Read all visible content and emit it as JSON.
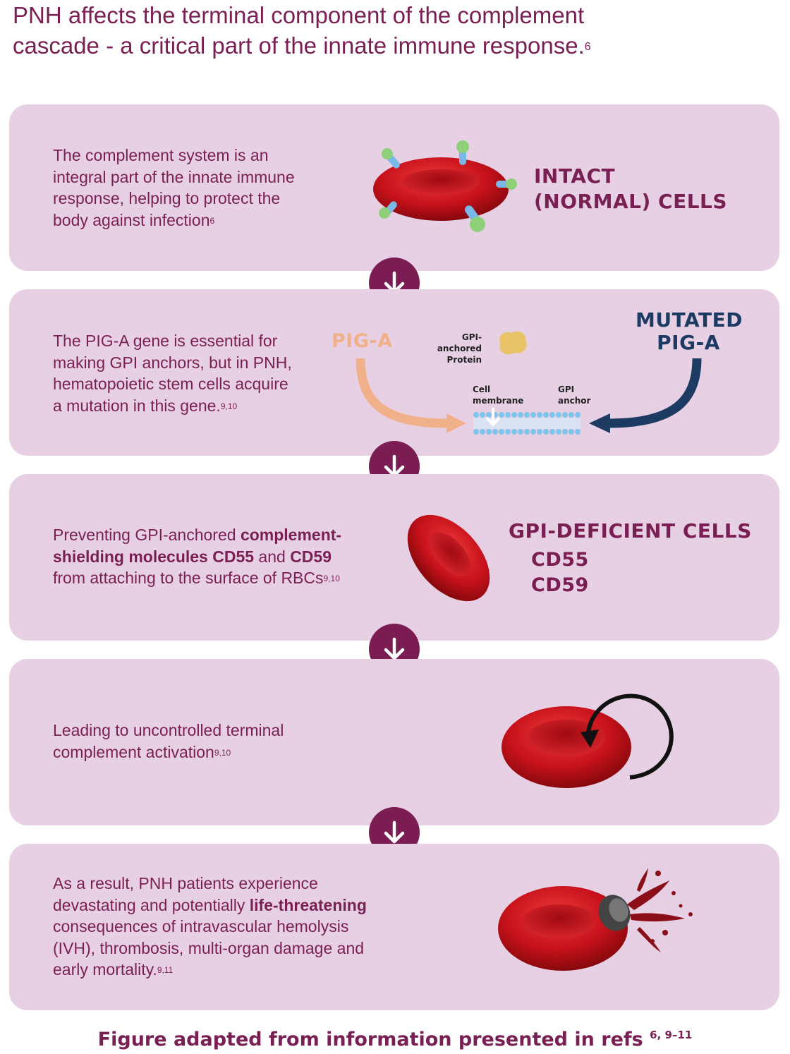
{
  "title": {
    "line1": "PNH affects the terminal component of the complement",
    "line2": "cascade - a critical part of the innate immune response.",
    "ref": "6"
  },
  "steps": [
    {
      "text_lines": [
        "The complement system is an",
        "integral part of the innate immune",
        "response, helping to protect the",
        "body against infection"
      ],
      "ref": "6",
      "label_line1": "INTACT",
      "label_line2": "(NORMAL) CELLS"
    },
    {
      "text_lines": [
        "The PIG-A gene is essential for",
        "making GPI anchors, but in PNH,",
        "hematopoietic stem cells acquire",
        "a mutation in this gene."
      ],
      "ref": "9,10",
      "pig_a": "PIG-A",
      "gpi_protein_line1": "GPI-anchored",
      "gpi_protein_line2": "Protein",
      "cell_membrane_line1": "Cell",
      "cell_membrane_line2": "membrane",
      "gpi_anchor_line1": "GPI",
      "gpi_anchor_line2": "anchor",
      "mutated_line1": "MUTATED",
      "mutated_line2": "PIG-A"
    },
    {
      "text_pre": "Preventing GPI-anchored ",
      "text_bold1": "complement-",
      "text_bold2": "shielding molecules CD55",
      "text_mid": " and ",
      "text_bold3": "CD59",
      "text_line3": "from attaching to the surface of RBCs",
      "ref": "9,10",
      "label": "GPI-DEFICIENT CELLS",
      "cd55": "CD55",
      "cd59": "CD59"
    },
    {
      "text_lines": [
        "Leading to uncontrolled terminal",
        "complement activation"
      ],
      "ref": "9,10"
    },
    {
      "line1": "As a result, PNH patients experience",
      "line2_pre": "devastating and potentially ",
      "line2_bold": "life-threatening",
      "line3": "consequences of intravascular hemolysis",
      "line4": "(IVH), thrombosis, multi-organ damage and",
      "line5": "early mortality.",
      "ref": "9,11"
    }
  ],
  "footer": {
    "text": "Figure adapted from information presented in refs ",
    "refs": "6, 9–11"
  },
  "colors": {
    "plum": "#7a1f53",
    "panel_bg": "#e8d0e4",
    "navy": "#1d3a63",
    "peach": "#f0b08a",
    "cell_red": "#c8121c"
  },
  "icons": [
    "arrow-down-icon",
    "red-blood-cell-icon",
    "rotation-arrow-icon"
  ]
}
